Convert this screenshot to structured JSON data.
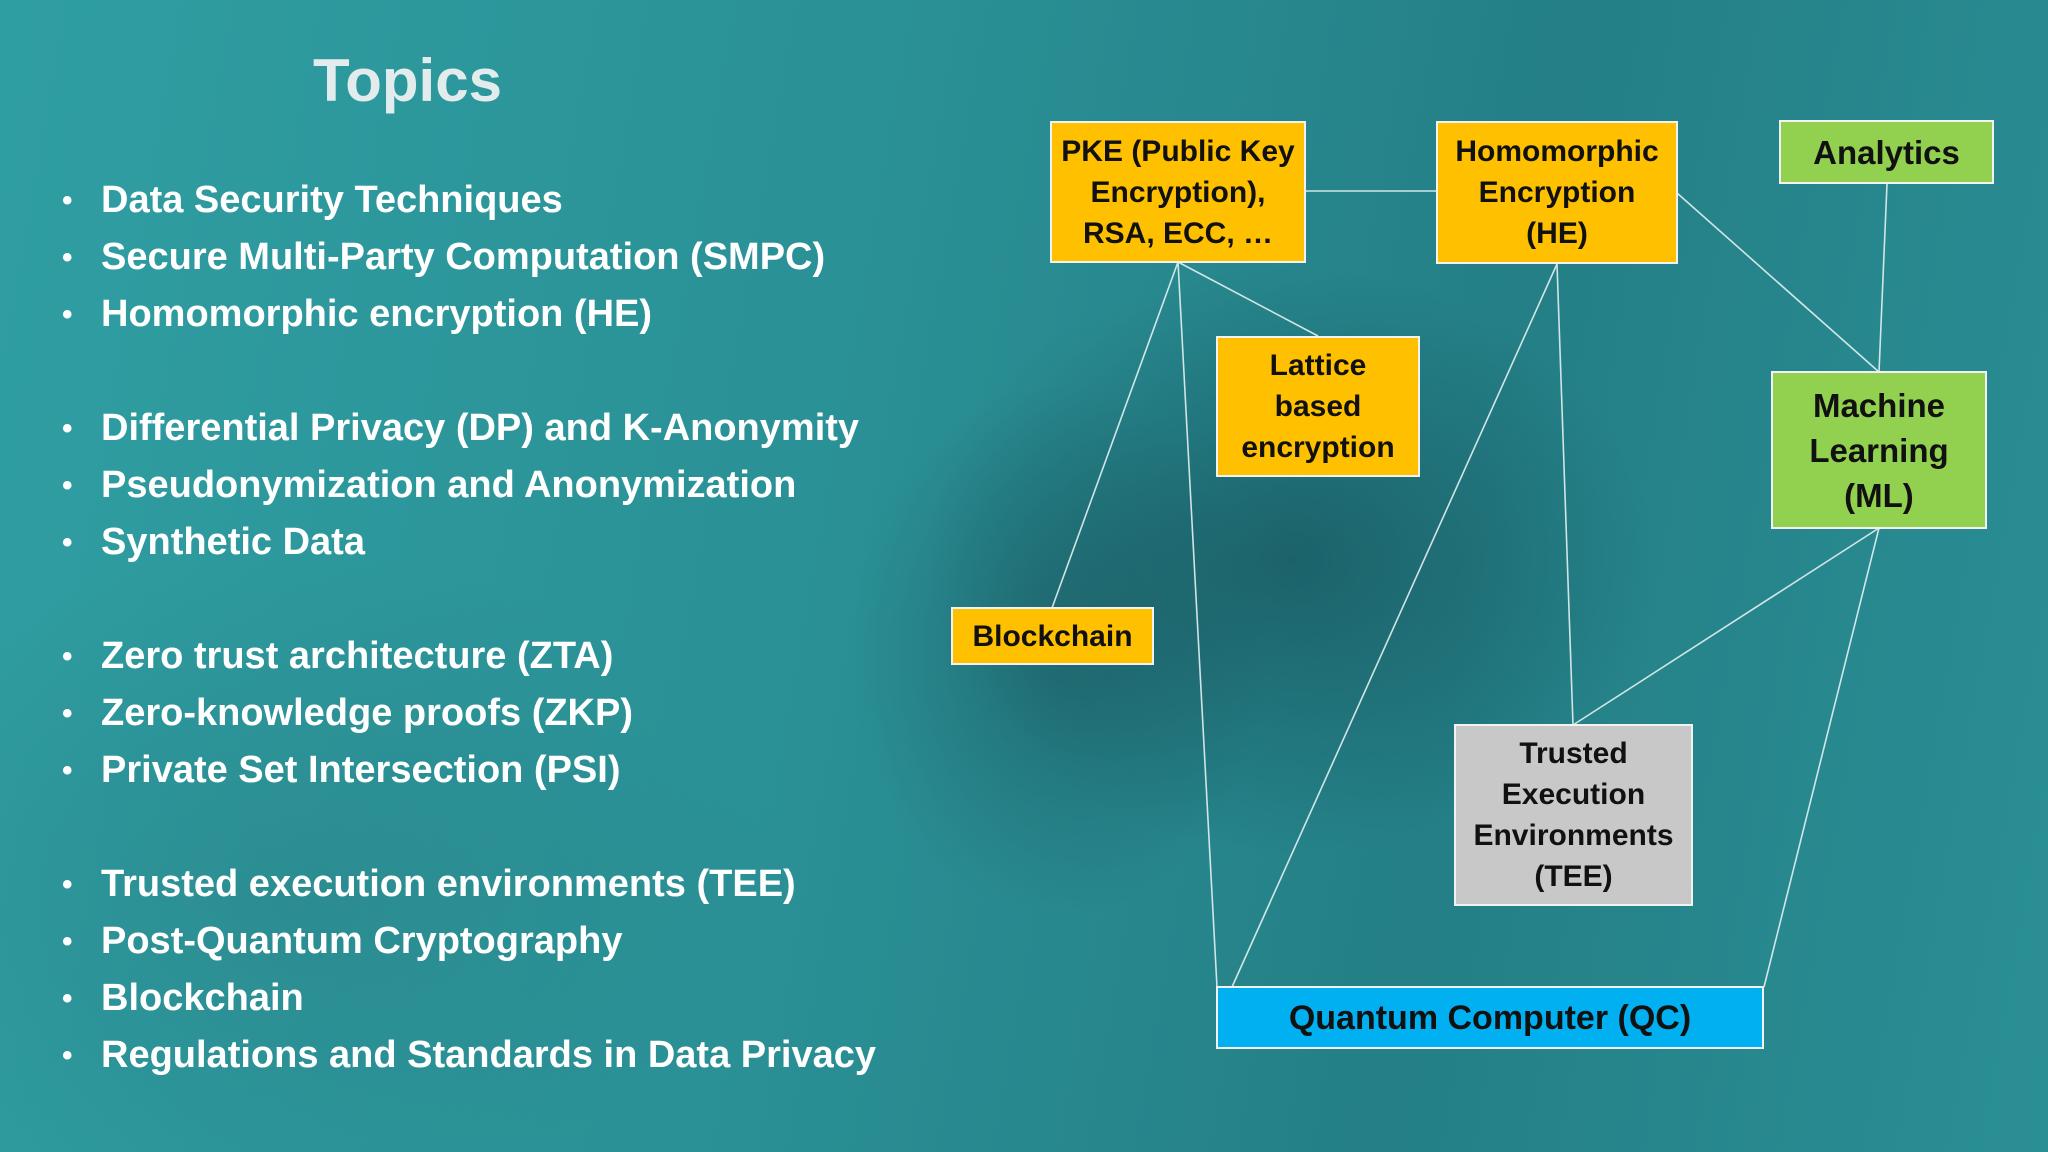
{
  "slide": {
    "title": "Topics",
    "topic_groups": [
      [
        "Data Security Techniques",
        "Secure Multi-Party Computation (SMPC)",
        "Homomorphic encryption (HE)"
      ],
      [
        "Differential Privacy (DP) and K-Anonymity",
        "Pseudonymization and Anonymization",
        "Synthetic Data"
      ],
      [
        "Zero trust architecture (ZTA)",
        "Zero-knowledge proofs (ZKP)",
        "Private Set Intersection (PSI)"
      ],
      [
        "Trusted execution environments (TEE)",
        "Post-Quantum Cryptography",
        "Blockchain",
        "Regulations and Standards in Data Privacy"
      ]
    ]
  },
  "diagram": {
    "nodes": {
      "pke": {
        "label": "PKE (Public Key\nEncryption),\nRSA, ECC, …",
        "color": "#ffc000"
      },
      "he": {
        "label": "Homomorphic\nEncryption\n(HE)",
        "color": "#ffc000"
      },
      "analytics": {
        "label": "Analytics",
        "color": "#92d050"
      },
      "lattice": {
        "label": "Lattice\nbased\nencryption",
        "color": "#ffc000"
      },
      "ml": {
        "label": "Machine\nLearning\n(ML)",
        "color": "#92d050"
      },
      "blockchain": {
        "label": "Blockchain",
        "color": "#ffc000"
      },
      "tee": {
        "label": "Trusted\nExecution\nEnvironments\n(TEE)",
        "color": "#c8c8c8"
      },
      "qc": {
        "label": "Quantum Computer (QC)",
        "color": "#00b0f0"
      }
    },
    "edges": [
      [
        "pke",
        "he"
      ],
      [
        "pke",
        "lattice"
      ],
      [
        "pke",
        "blockchain"
      ],
      [
        "pke",
        "qc"
      ],
      [
        "he",
        "ml"
      ],
      [
        "he",
        "tee"
      ],
      [
        "he",
        "qc"
      ],
      [
        "analytics",
        "ml"
      ],
      [
        "ml",
        "tee"
      ],
      [
        "ml",
        "qc"
      ]
    ]
  }
}
